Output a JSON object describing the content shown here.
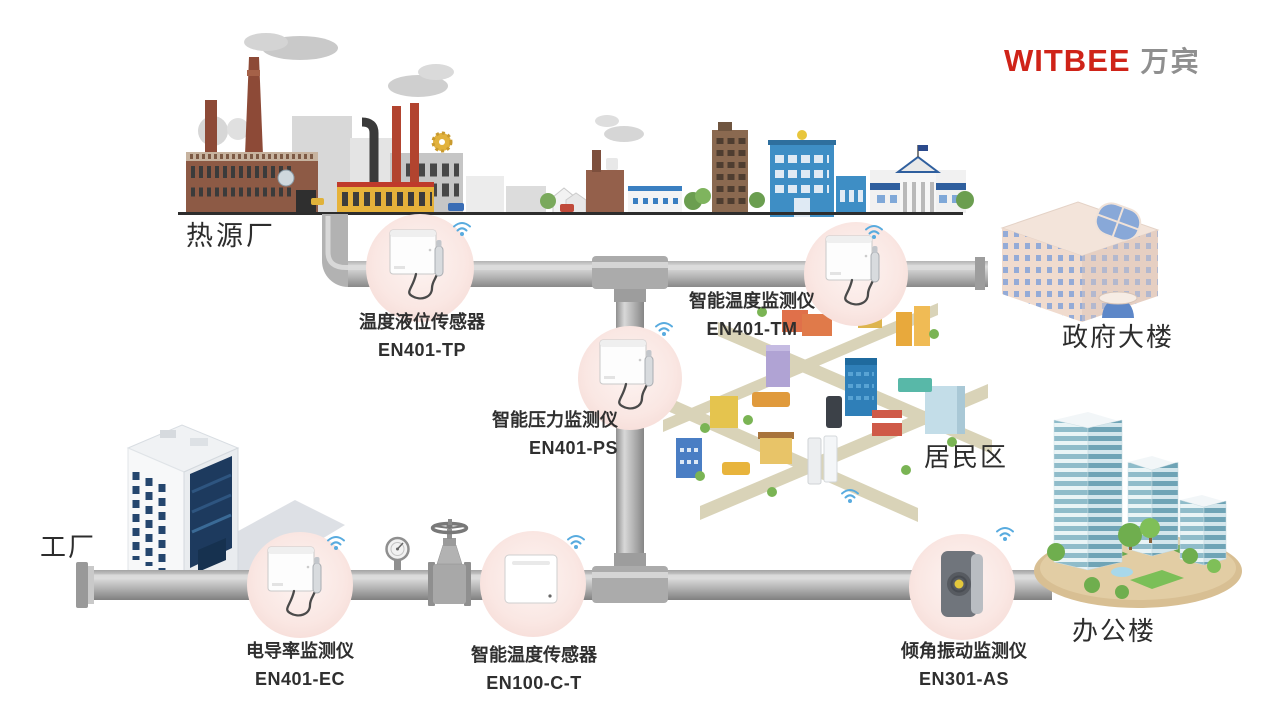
{
  "logo": {
    "text_en": "WITBEE",
    "text_cn": "万宾"
  },
  "areas": {
    "heat_source_plant": {
      "label": "热源厂"
    },
    "government_building": {
      "label": "政府大楼"
    },
    "residential_area": {
      "label": "居民区"
    },
    "factory": {
      "label": "工厂"
    },
    "office_building": {
      "label": "办公楼"
    }
  },
  "sensors": [
    {
      "name": "温度液位传感器",
      "model": "EN401-TP"
    },
    {
      "name": "智能压力监测仪",
      "model": "EN401-PS"
    },
    {
      "name": "智能温度监测仪",
      "model": "EN401-TM"
    },
    {
      "name": "电导率监测仪",
      "model": "EN401-EC"
    },
    {
      "name": "智能温度传感器",
      "model": "EN100-C-T"
    },
    {
      "name": "倾角振动监测仪",
      "model": "EN301-AS"
    }
  ],
  "colors": {
    "brand_red": "#cf2318",
    "brand_gray": "#8f8f8f",
    "pipe_gray": "#b3b3b3",
    "sensor_circle_pink": "#fae7e3",
    "wifi_blue": "#58abdf",
    "label_dark": "#2f2f2f"
  }
}
